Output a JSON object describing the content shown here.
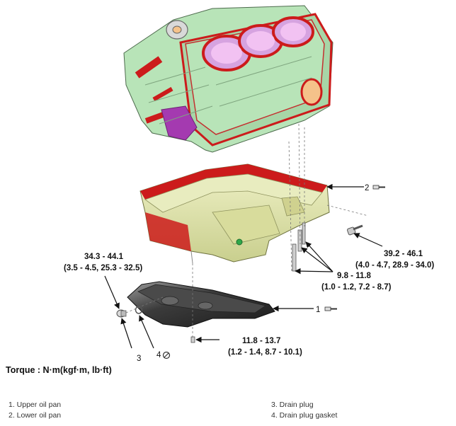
{
  "torque_label": "Torque : N·m(kgf·m, lb·ft)",
  "callouts": {
    "c1": "1",
    "c2": "2",
    "c3": "3",
    "c4": "4"
  },
  "specs": {
    "drain_plug": {
      "line1": "34.3 - 44.1",
      "line2": "(3.5 - 4.5, 25.3 - 32.5)"
    },
    "upper_pan_bolt_large": {
      "line1": "39.2 - 46.1",
      "line2": "(4.0 - 4.7, 28.9 - 34.0)"
    },
    "upper_pan_bolts": {
      "line1": "9.8 - 11.8",
      "line2": "(1.0 - 1.2, 7.2 - 8.7)"
    },
    "lower_pan_bolts": {
      "line1": "11.8 - 13.7",
      "line2": "(1.2 - 1.4, 8.7 - 10.1)"
    }
  },
  "legend_left": [
    "1. Upper oil pan",
    "2. Lower oil pan"
  ],
  "legend_right": [
    "3. Drain plug",
    "4. Drain plug gasket"
  ],
  "colors": {
    "block": "#b8e4b8",
    "gasket": "#cc1b1b",
    "pan": "#e6eab8",
    "lower_pan": "#2e2e2e",
    "bracket": "#a43ab0"
  }
}
